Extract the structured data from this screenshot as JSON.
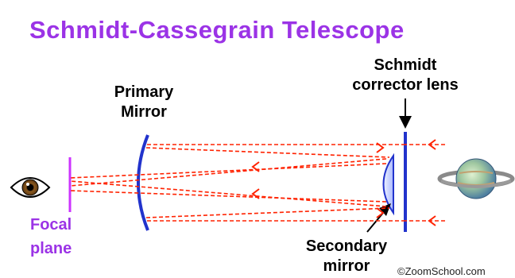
{
  "diagram": {
    "title": "Schmidt-Cassegrain Telescope",
    "labels": {
      "primary_mirror": "Primary\nMirror",
      "schmidt_corrector": "Schmidt\ncorrector lens",
      "focal_plane": "Focal\nplane",
      "secondary_mirror": "Secondary\nmirror",
      "copyright": "©ZoomSchool.com"
    },
    "icons": {
      "eye": "eye-icon",
      "planet": "saturn-icon"
    },
    "colors": {
      "title": "#9b33e6",
      "focal_plane": "#cc33ff",
      "rays": "#ff2200",
      "mirror": "#2233cc",
      "lens_fill": "#c8d4ff",
      "labels": "#000000"
    }
  }
}
